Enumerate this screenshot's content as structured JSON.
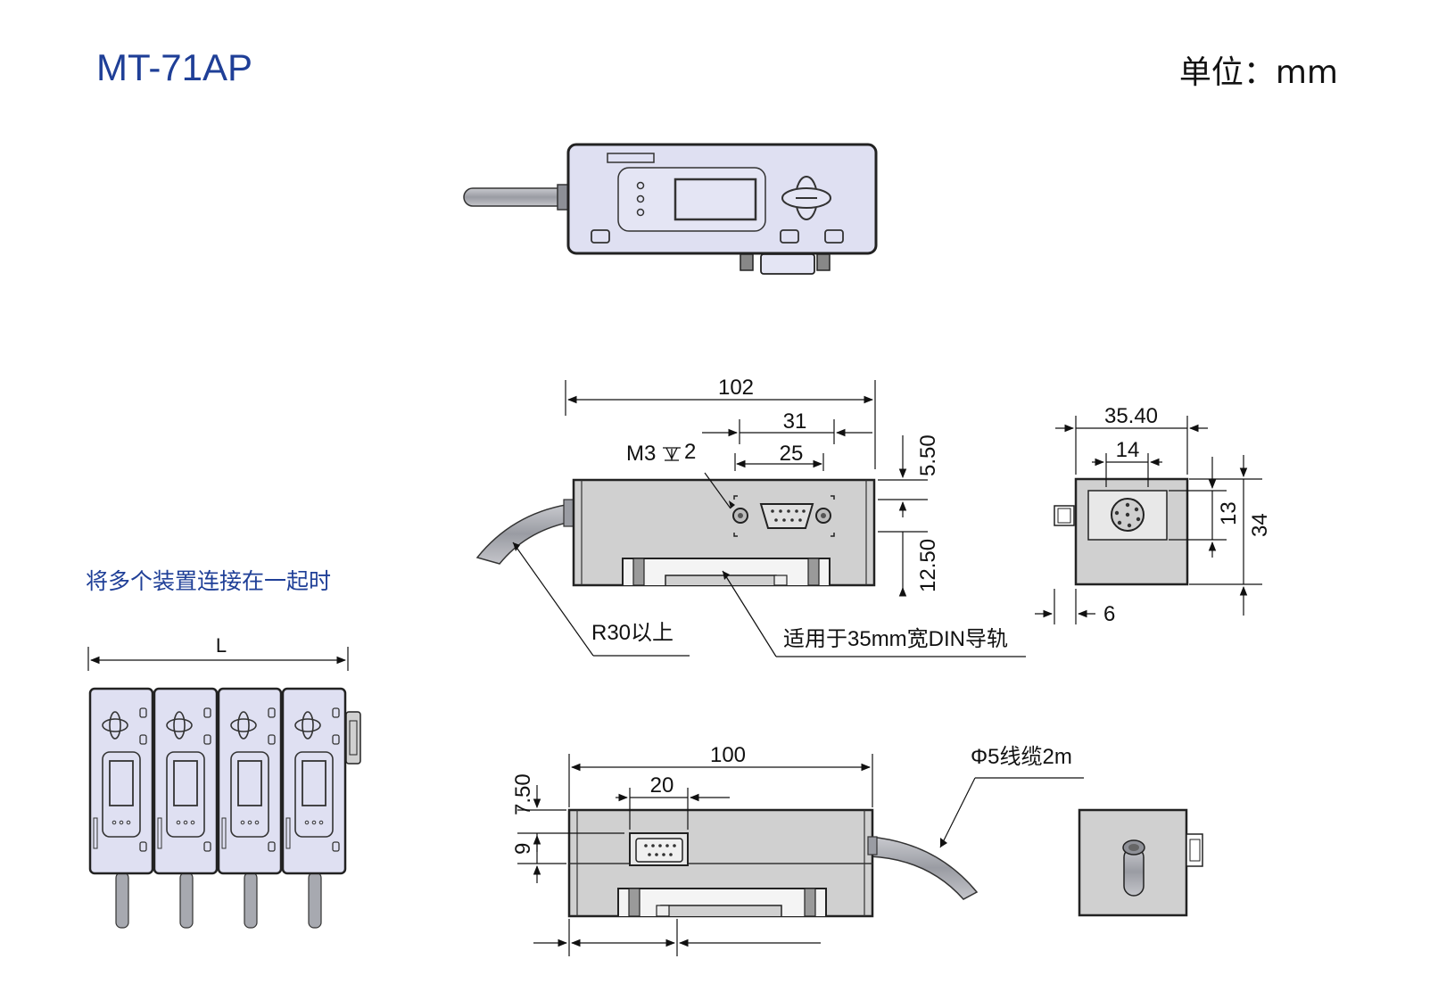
{
  "header": {
    "model": "MT-71AP",
    "unit": "单位：mm"
  },
  "section": {
    "multi_label": "将多个装置连接在一起时"
  },
  "dimensions": {
    "front_width": "102",
    "front_31": "31",
    "front_25": "25",
    "screw_label": "M3",
    "screw_depth": "2",
    "front_5_50": "5.50",
    "front_12_50": "12.50",
    "bend_radius": "R30以上",
    "din_note": "适用于35mm宽DIN导轨",
    "side_width": "35.40",
    "side_14": "14",
    "side_13": "13",
    "side_34": "34",
    "side_6": "6",
    "bottom_width": "100",
    "bottom_20": "20",
    "bottom_7_50": "7.50",
    "bottom_9": "9",
    "cable_note": "Φ5线缆2m",
    "assembly_L": "L"
  },
  "colors": {
    "title_blue": "#1f3f97",
    "body_grey": "#d0d0d0",
    "panel_lavender": "#dfe0f2",
    "cable_grey": "#a7a9b0"
  }
}
